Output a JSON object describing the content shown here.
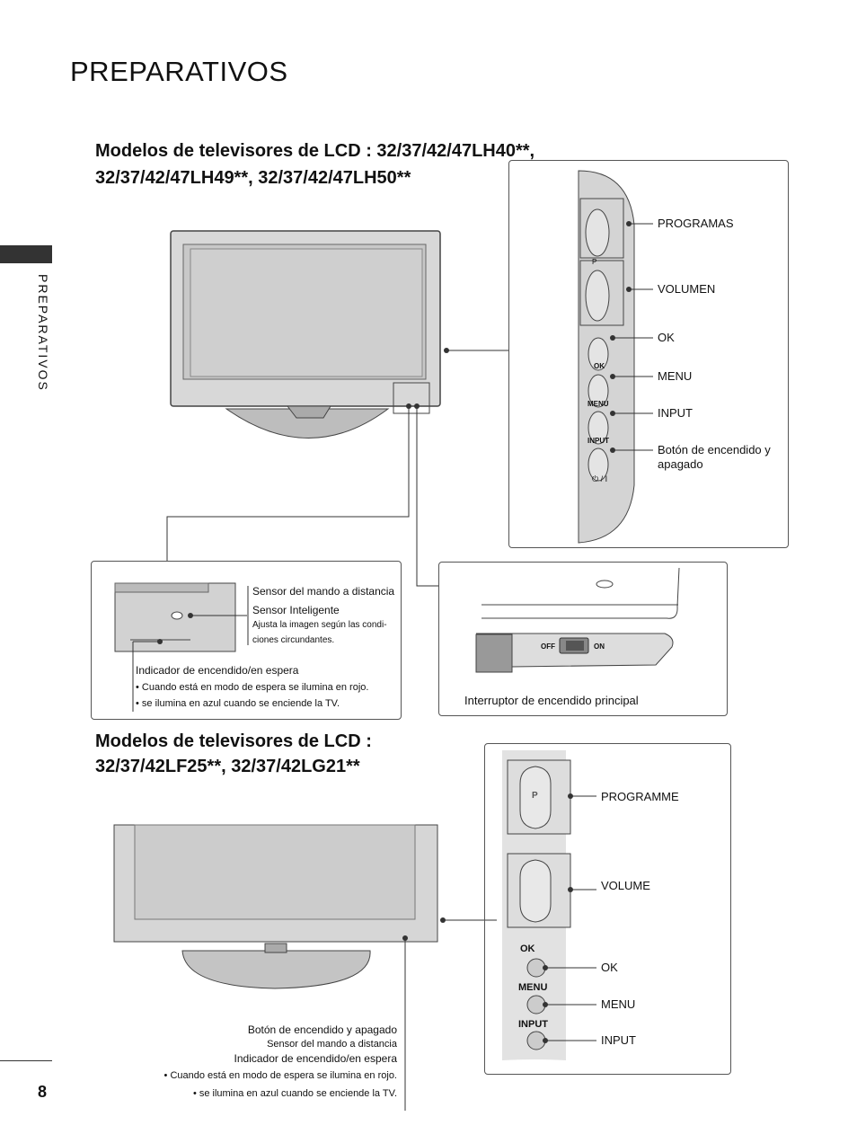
{
  "page": {
    "title": "PREPARATIVOS",
    "side_tab": "PREPARATIVOS",
    "page_number": "8"
  },
  "section1": {
    "heading_line1": "Modelos de televisores de LCD : 32/37/42/47LH40**,",
    "heading_line2": "32/37/42/47LH49**, 32/37/42/47LH50**",
    "panel_labels": {
      "programas": "PROGRAMAS",
      "volumen": "VOLUMEN",
      "ok": "OK",
      "menu": "MENU",
      "input": "INPUT",
      "power_line1": "Botón de encendido y",
      "power_line2": "apagado"
    },
    "panel_small": {
      "p": "P",
      "ok": "OK",
      "menu": "MENU",
      "input": "INPUT",
      "power": "⏻ / I"
    },
    "sensor_box": {
      "remote_sensor": "Sensor del mando a distancia",
      "smart_sensor": "Sensor Inteligente",
      "smart_desc_line1": "Ajusta la imagen según las condi-",
      "smart_desc_line2": "ciones circundantes.",
      "indicator": "Indicador de encendido/en espera",
      "bullet1": "• Cuando está en modo de espera se ilumina en rojo.",
      "bullet2": "• se ilumina en azul cuando se enciende la TV."
    },
    "switch_box": {
      "off": "OFF",
      "on": "ON",
      "caption": "Interruptor de encendido principal"
    }
  },
  "section2": {
    "heading_line1": "Modelos de televisores de LCD :",
    "heading_line2": "32/37/42LF25**, 32/37/42LG21**",
    "panel_labels": {
      "programme": "PROGRAMME",
      "volume": "VOLUME",
      "ok": "OK",
      "menu": "MENU",
      "input": "INPUT"
    },
    "panel_small": {
      "p": "P",
      "ok": "OK",
      "menu": "MENU",
      "input": "INPUT"
    },
    "bottom_labels": {
      "power": "Botón de encendido y apagado",
      "remote_sensor": "Sensor del mando a distancia",
      "indicator": "Indicador de encendido/en espera",
      "bullet1": "• Cuando está en modo de espera se ilumina en rojo.",
      "bullet2": "• se ilumina en azul cuando se enciende la TV."
    }
  }
}
